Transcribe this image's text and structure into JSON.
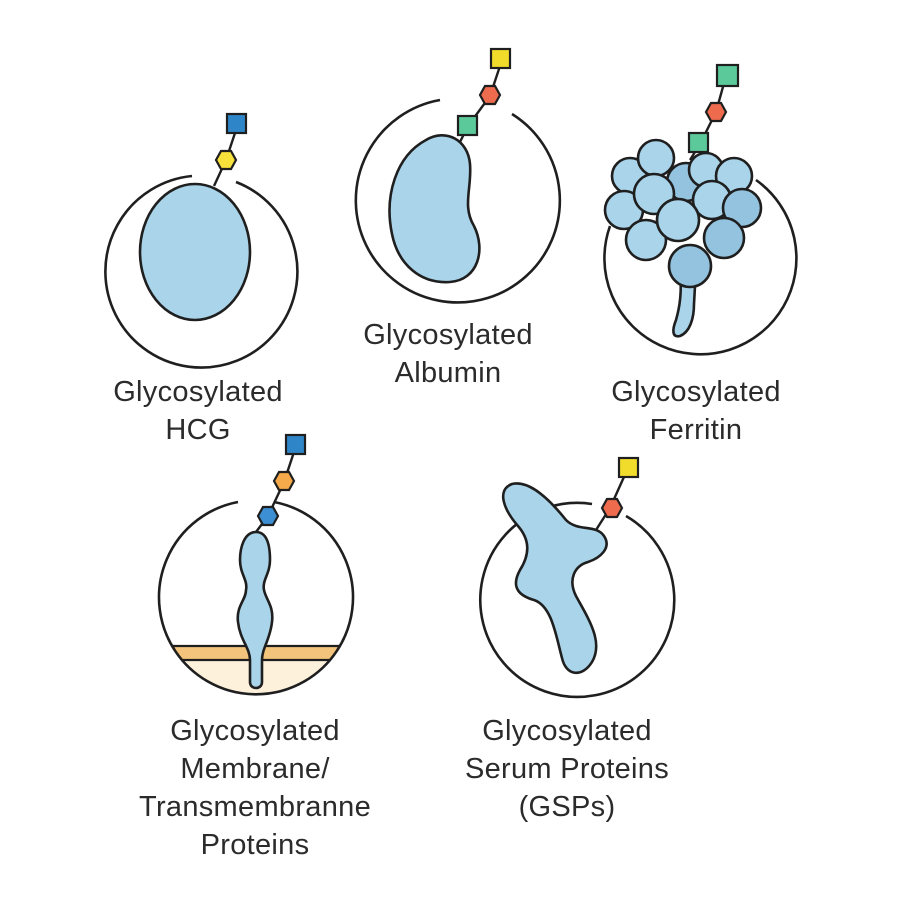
{
  "colors": {
    "protein": "#a9d4ea",
    "protein_dark": "#94c3df",
    "square_blue": "#2e86c8",
    "square_green": "#5cc99a",
    "square_yellow": "#f2dc2b",
    "hex_yellow": "#f7e23c",
    "hex_red": "#ee6c4d",
    "hex_orange": "#f4a94a",
    "hex_blue": "#3b8fd2",
    "membrane_band": "#f3c57c",
    "membrane_fill": "#fdf1dc"
  },
  "panels": [
    {
      "id": "hcg",
      "label_lines": [
        "Glycosylated",
        "HCG"
      ],
      "glycan": [
        "square-blue",
        "hexagon-yellow"
      ]
    },
    {
      "id": "albumin",
      "label_lines": [
        "Glycosylated",
        "Albumin"
      ],
      "glycan": [
        "square-yellow",
        "hexagon-red",
        "square-green"
      ]
    },
    {
      "id": "ferritin",
      "label_lines": [
        "Glycosylated",
        "Ferritin"
      ],
      "glycan": [
        "square-green",
        "hexagon-red",
        "square-green"
      ]
    },
    {
      "id": "membrane",
      "label_lines": [
        "Glycosylated",
        "Membrane/",
        "Transmembranne",
        "Proteins"
      ],
      "glycan": [
        "square-blue",
        "hexagon-orange",
        "hexagon-blue"
      ]
    },
    {
      "id": "gsp",
      "label_lines": [
        "Glycosylated",
        "Serum Proteins",
        "(GSPs)"
      ],
      "glycan": [
        "square-yellow",
        "hexagon-red"
      ]
    }
  ]
}
